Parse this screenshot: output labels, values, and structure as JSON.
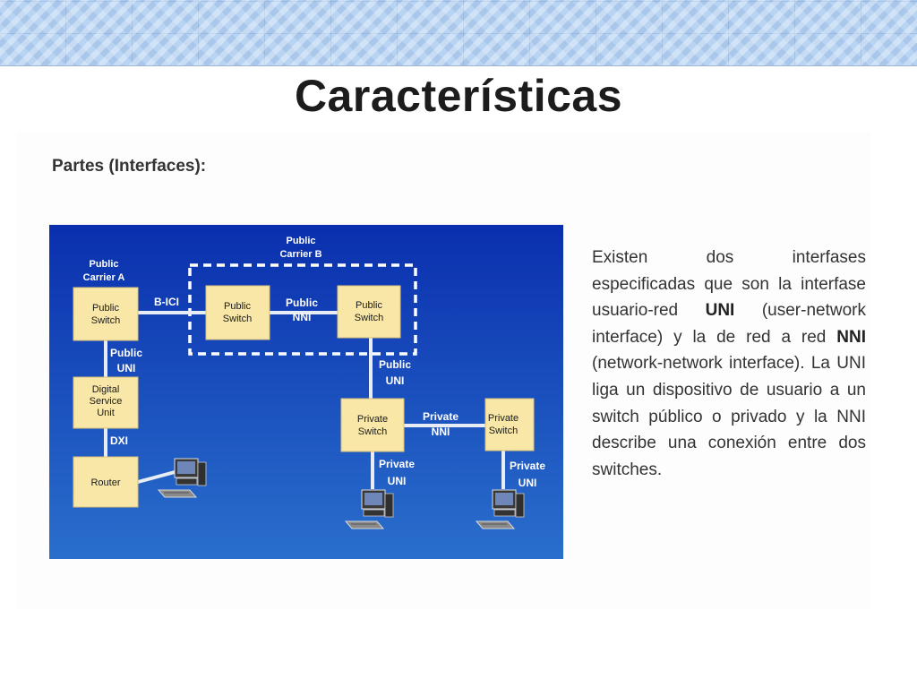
{
  "slide": {
    "title": "Características",
    "section_heading": "Partes (Interfaces):"
  },
  "diagram": {
    "carrier_a_label": [
      "Public",
      "Carrier A"
    ],
    "carrier_b_label": [
      "Public",
      "Carrier B"
    ],
    "nodes": {
      "public_switch_a": [
        "Public",
        "Switch"
      ],
      "public_switch_b1": [
        "Public",
        "Switch"
      ],
      "public_switch_b2": [
        "Public",
        "Switch"
      ],
      "digital_service_unit": [
        "Digital",
        "Service",
        "Unit"
      ],
      "router": [
        "Router"
      ],
      "private_switch_1": [
        "Private",
        "Switch"
      ],
      "private_switch_2": [
        "Private",
        "Switch"
      ]
    },
    "links": {
      "b_ici": [
        "B-ICI"
      ],
      "public_nni": [
        "Public",
        "NNI"
      ],
      "public_uni_left": [
        "Public",
        "UNI"
      ],
      "dxi": [
        "DXI"
      ],
      "public_uni_right": [
        "Public",
        "UNI"
      ],
      "private_nni": [
        "Private",
        "NNI"
      ],
      "private_uni_1": [
        "Private",
        "UNI"
      ],
      "private_uni_2": [
        "Private",
        "UNI"
      ]
    },
    "colors": {
      "background_top": "#0a2fae",
      "background_bottom": "#2a6fcc",
      "node_fill": "#f8e7a6",
      "link": "#e8ecf4",
      "label": "#ffffff"
    }
  },
  "description": {
    "p1": "Existen dos interfases especificadas que son la interfase usuario-red ",
    "uni": "UNI",
    "p2": " (user-network interface) y la de red a red ",
    "nni": "NNI",
    "p3": " (network-network interface). La UNI liga un dispositivo de usuario a un switch público o privado y la NNI describe una conexión entre dos switches."
  }
}
